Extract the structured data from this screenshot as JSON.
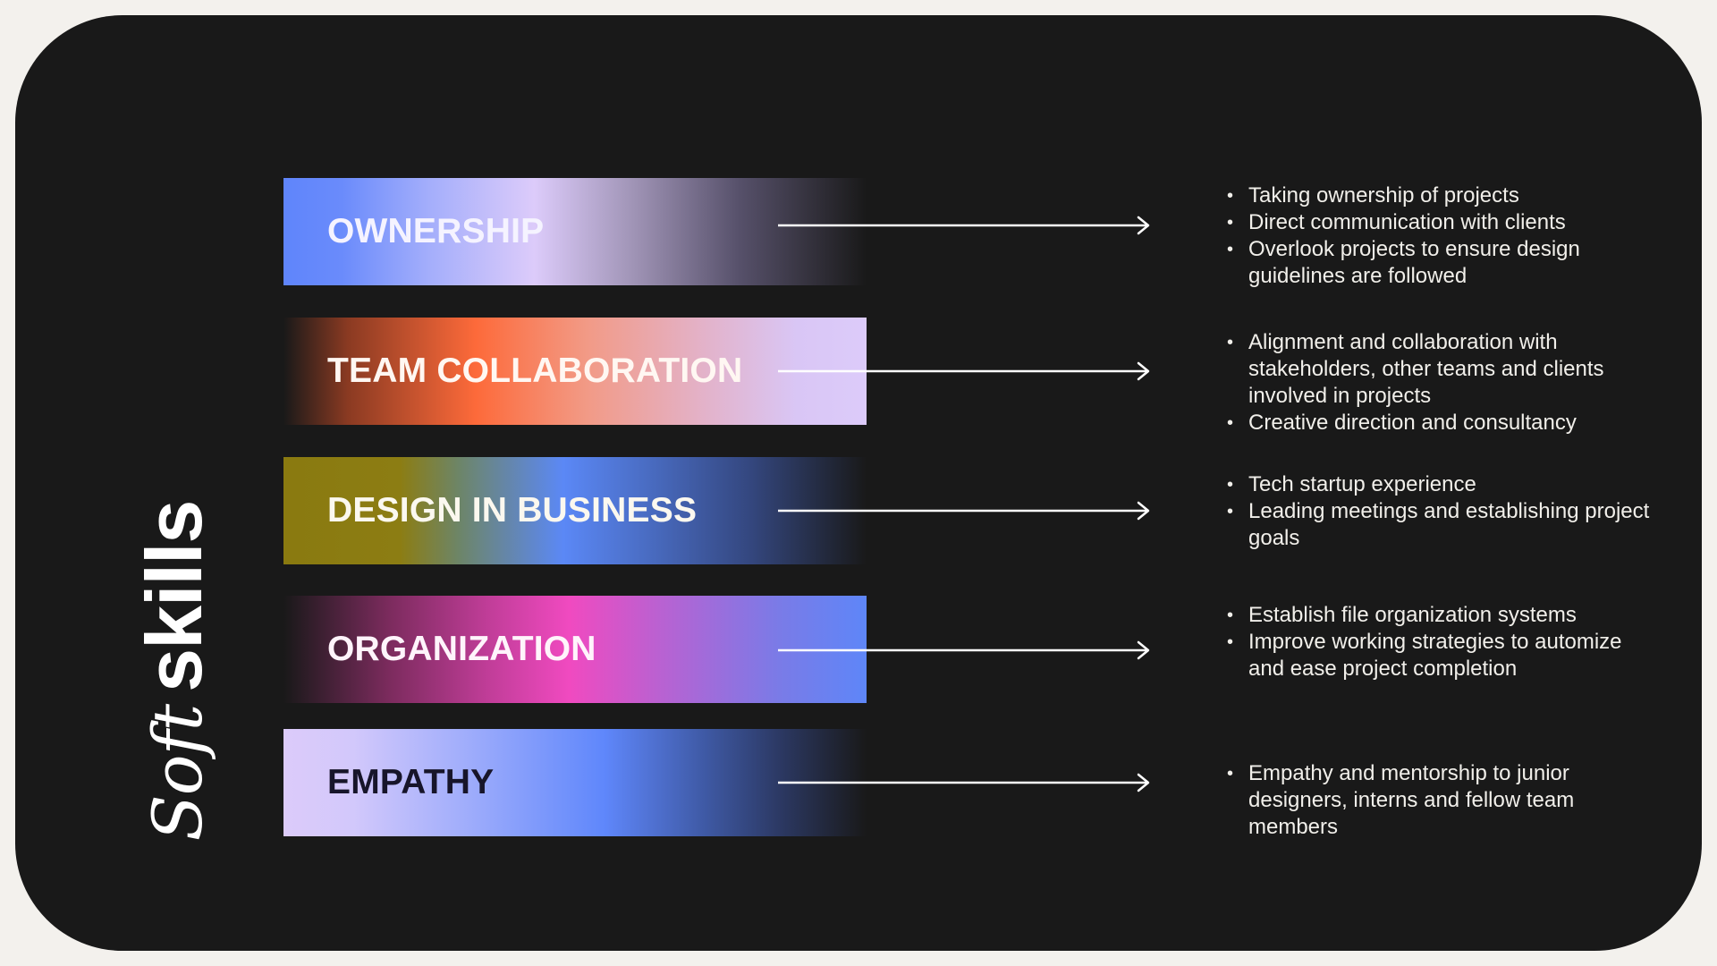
{
  "title": {
    "soft": "Soft",
    "skills": "skills"
  },
  "skills": [
    {
      "label": "OWNERSHIP",
      "label_color": "#f5f3ff",
      "points": [
        "Taking ownership of projects",
        "Direct communication with clients",
        "Overlook projects to ensure design guidelines are followed"
      ]
    },
    {
      "label": "TEAM COLLABORATION",
      "label_color": "#fff7f2",
      "points": [
        "Alignment and collaboration with stakeholders, other teams and clients involved in projects",
        "Creative direction and consultancy"
      ]
    },
    {
      "label": "DESIGN IN BUSINESS",
      "label_color": "#fbf8ef",
      "points": [
        "Tech startup experience",
        "Leading meetings and establishing project goals"
      ]
    },
    {
      "label": "ORGANIZATION",
      "label_color": "#fff4fb",
      "points": [
        "Establish file organization systems",
        "Improve working strategies to automize and ease project completion"
      ]
    },
    {
      "label": "EMPATHY",
      "label_color": "#17152a",
      "points": [
        "Empathy and mentorship to junior designers, interns and fellow team members"
      ]
    }
  ],
  "colors": {
    "background": "#f3f1ed",
    "card": "#191919",
    "text": "#f1efea",
    "arrow": "#ffffff"
  }
}
